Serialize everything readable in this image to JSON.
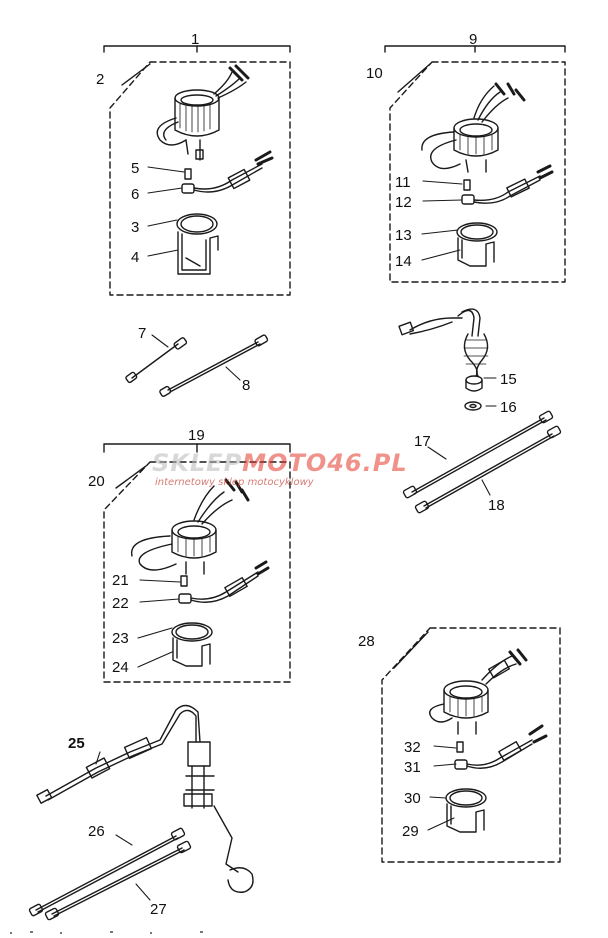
{
  "groups": [
    {
      "id": "1",
      "sub": "2"
    },
    {
      "id": "9",
      "sub": "10"
    },
    {
      "id": "19",
      "sub": "20"
    },
    {
      "id": "28",
      "sub": ""
    }
  ],
  "parts": {
    "p3": "3",
    "p4": "4",
    "p5": "5",
    "p6": "6",
    "p7": "7",
    "p8": "8",
    "p11": "11",
    "p12": "12",
    "p13": "13",
    "p14": "14",
    "p15": "15",
    "p16": "16",
    "p17": "17",
    "p18": "18",
    "p21": "21",
    "p22": "22",
    "p23": "23",
    "p24": "24",
    "p25": "25",
    "p26": "26",
    "p27": "27",
    "p29": "29",
    "p30": "30",
    "p31": "31",
    "p32": "32"
  },
  "watermark": {
    "brand_a": "SKLEP",
    "brand_b": "MOTO46.PL",
    "tagline": "internetowy sklep motocyklowy"
  },
  "colors": {
    "ink": "#1a1a1a",
    "paper": "#ffffff",
    "accent": "#e53a2c"
  }
}
